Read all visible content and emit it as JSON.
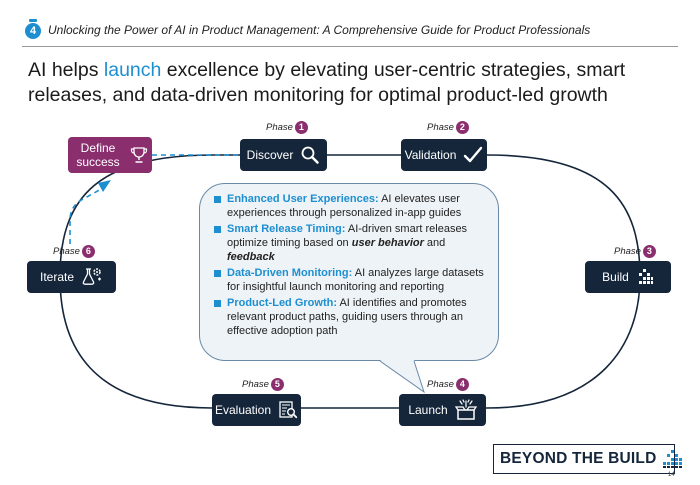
{
  "header": {
    "section_number": "4",
    "title": "Unlocking the Power of AI in Product Management: A Comprehensive Guide for Product Professionals"
  },
  "main_title": {
    "before": "AI helps ",
    "highlight": "launch",
    "after": " excellence by elevating user-centric strategies, smart releases, and data-driven monitoring for optimal product-led growth"
  },
  "phase_word": "Phase",
  "define": {
    "label": "Define success",
    "icon": "trophy-icon"
  },
  "phases": [
    {
      "number": "1",
      "label": "Discover",
      "icon": "magnifier-icon"
    },
    {
      "number": "2",
      "label": "Validation",
      "icon": "checkmark-icon"
    },
    {
      "number": "3",
      "label": "Build",
      "icon": "pixel-blocks-icon"
    },
    {
      "number": "4",
      "label": "Launch",
      "icon": "open-box-icon"
    },
    {
      "number": "5",
      "label": "Evaluation",
      "icon": "report-magnifier-icon"
    },
    {
      "number": "6",
      "label": "Iterate",
      "icon": "flask-gear-icon"
    }
  ],
  "bullets": [
    {
      "heading": "Enhanced User Experiences:",
      "text": " AI elevates user experiences through personalized in-app guides"
    },
    {
      "heading": "Smart Release Timing:",
      "text": " AI-driven smart releases optimize timing based on ",
      "italic1": "user behavior",
      "mid": " and ",
      "italic2": "feedback"
    },
    {
      "heading": "Data-Driven Monitoring:",
      "text": " AI analyzes large datasets for insightful launch monitoring and reporting"
    },
    {
      "heading": "Product-Led Growth:",
      "text": " AI identifies and promotes relevant product paths, guiding users through an effective adoption path"
    }
  ],
  "brand": {
    "name": "BEYOND THE BUILD",
    "logo": "pixel-logo-icon"
  },
  "page_number": "14",
  "colors": {
    "accent_blue": "#1d8fd0",
    "navy": "#15263b",
    "plum": "#8a2e6e",
    "bubble_fill": "#eef3f7"
  }
}
